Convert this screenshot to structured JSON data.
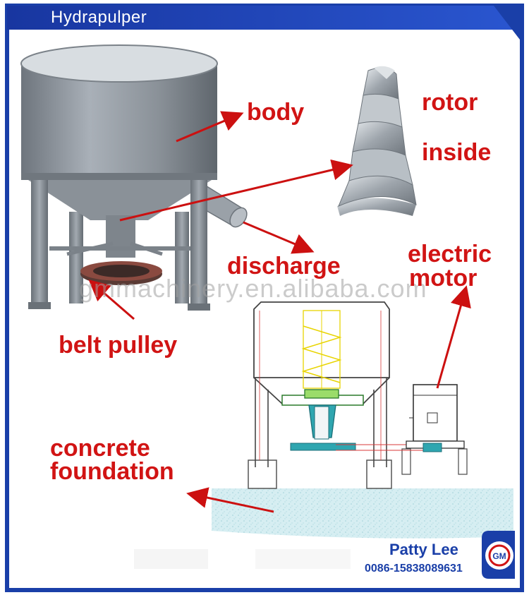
{
  "header": {
    "title": "Hydrapulper"
  },
  "labels": {
    "body": "body",
    "rotor": "rotor",
    "inside": "inside",
    "discharge": "discharge",
    "electric": "electric",
    "motor": "motor",
    "belt_pulley": "belt pulley",
    "concrete": "concrete",
    "foundation": "foundation"
  },
  "watermark": "gmmachinery.en.alibaba.com",
  "contact": {
    "name": "Patty Lee",
    "phone": "0086-15838089631"
  },
  "logo": {
    "letters": "GM"
  },
  "colors": {
    "frame": "#1a3fa8",
    "label_red": "#d11414",
    "arrow_red": "#cc1010",
    "steel": "#8c939b",
    "foundation": "#c7e6ea"
  }
}
